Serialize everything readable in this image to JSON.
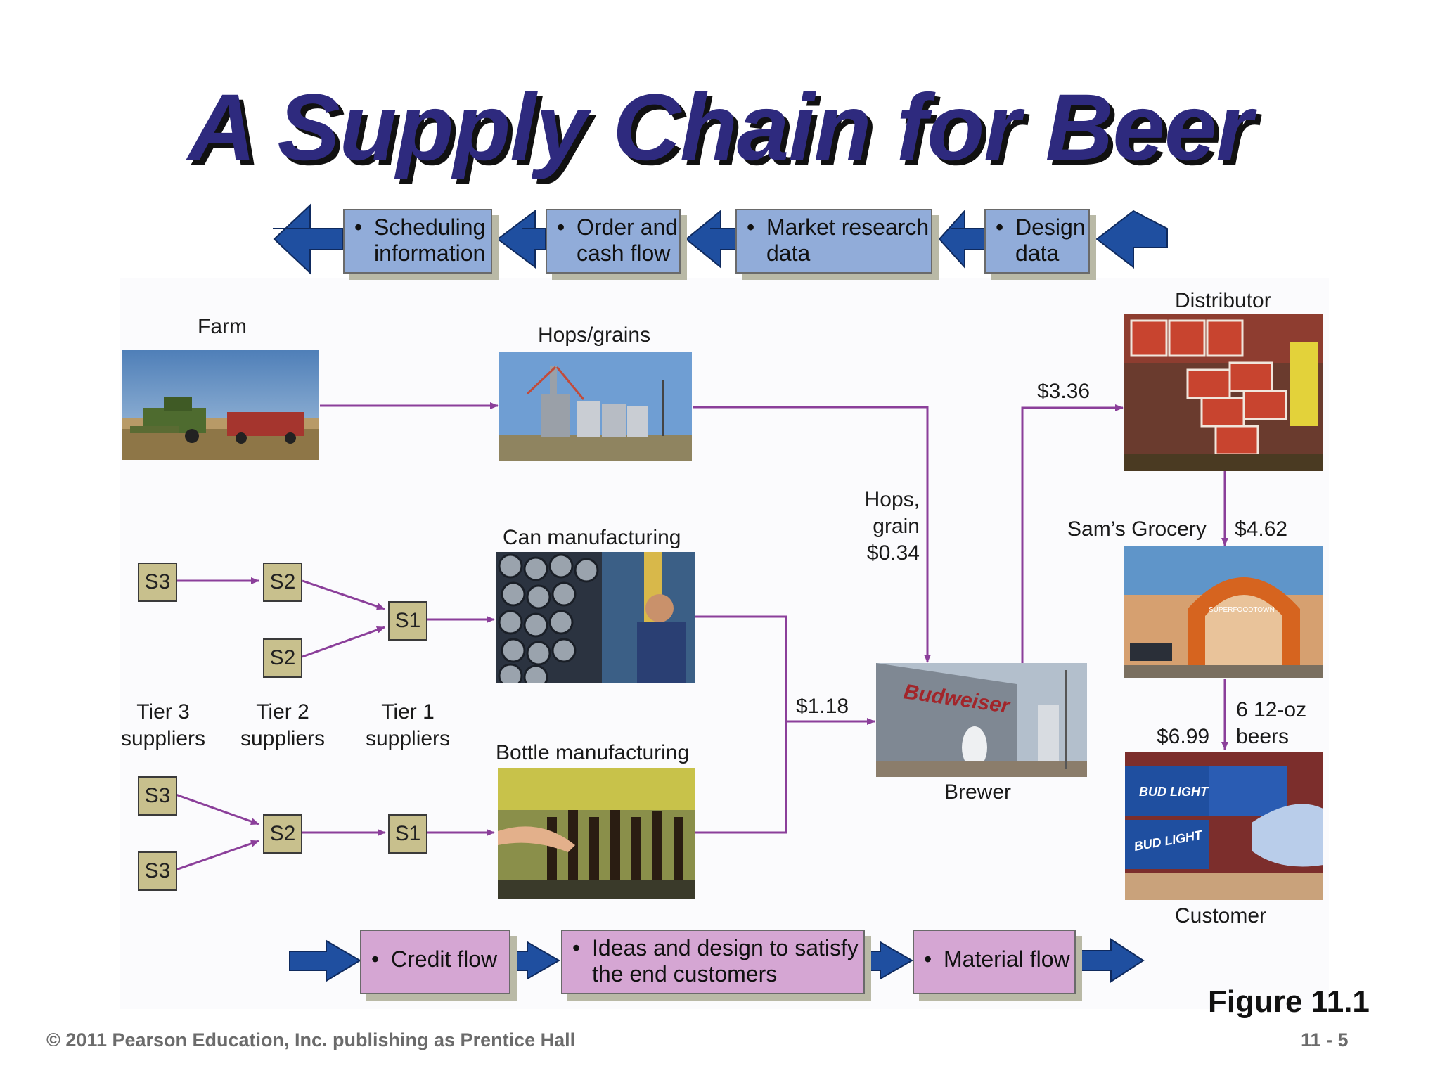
{
  "title": "A Supply Chain for Beer",
  "top_flows": [
    {
      "text": "Scheduling\ninformation"
    },
    {
      "text": "Order and\ncash flow"
    },
    {
      "text": "Market research\ndata"
    },
    {
      "text": "Design\ndata"
    }
  ],
  "bottom_flows": [
    {
      "text": "Credit flow"
    },
    {
      "text": "Ideas and design to satisfy\nthe end customers"
    },
    {
      "text": "Material flow"
    }
  ],
  "bullet": "•",
  "labels": {
    "farm": "Farm",
    "hops_grains": "Hops/grains",
    "can_manufacturing": "Can manufacturing",
    "bottle_manufacturing": "Bottle manufacturing",
    "brewer": "Brewer",
    "distributor": "Distributor",
    "grocery": "Sam’s Grocery",
    "customer": "Customer",
    "tier3": "Tier 3\nsuppliers",
    "tier2": "Tier 2\nsuppliers",
    "tier1": "Tier 1\nsuppliers"
  },
  "prices": {
    "hops_grain": "Hops,\ngrain\n$0.34",
    "containers": "$1.18",
    "to_distributor": "$3.36",
    "to_grocery": "$4.62",
    "to_customer": "$6.99",
    "pack": "6 12-oz\nbeers"
  },
  "suppliers": {
    "upper": [
      "S3",
      "S2",
      "S2",
      "S1"
    ],
    "lower": [
      "S3",
      "S3",
      "S2",
      "S1"
    ]
  },
  "photo_text": {
    "budweiser": "Budweiser",
    "foodtown": "SUPERFOODTOWN",
    "bud_light_1": "BUD LIGHT",
    "bud_light_2": "BUD LIGHT"
  },
  "figure_label": "Figure 11.1",
  "copyright": "© 2011 Pearson Education, Inc. publishing as Prentice Hall",
  "page_number": "11 - 5",
  "colors": {
    "title": "#2e2a7e",
    "flow_arrow": "#8b3f9a",
    "info_arrow": "#1f4fa0",
    "info_box": "#91acd9",
    "material_box": "#d5a6d3",
    "supplier_box": "#c8c08d"
  }
}
